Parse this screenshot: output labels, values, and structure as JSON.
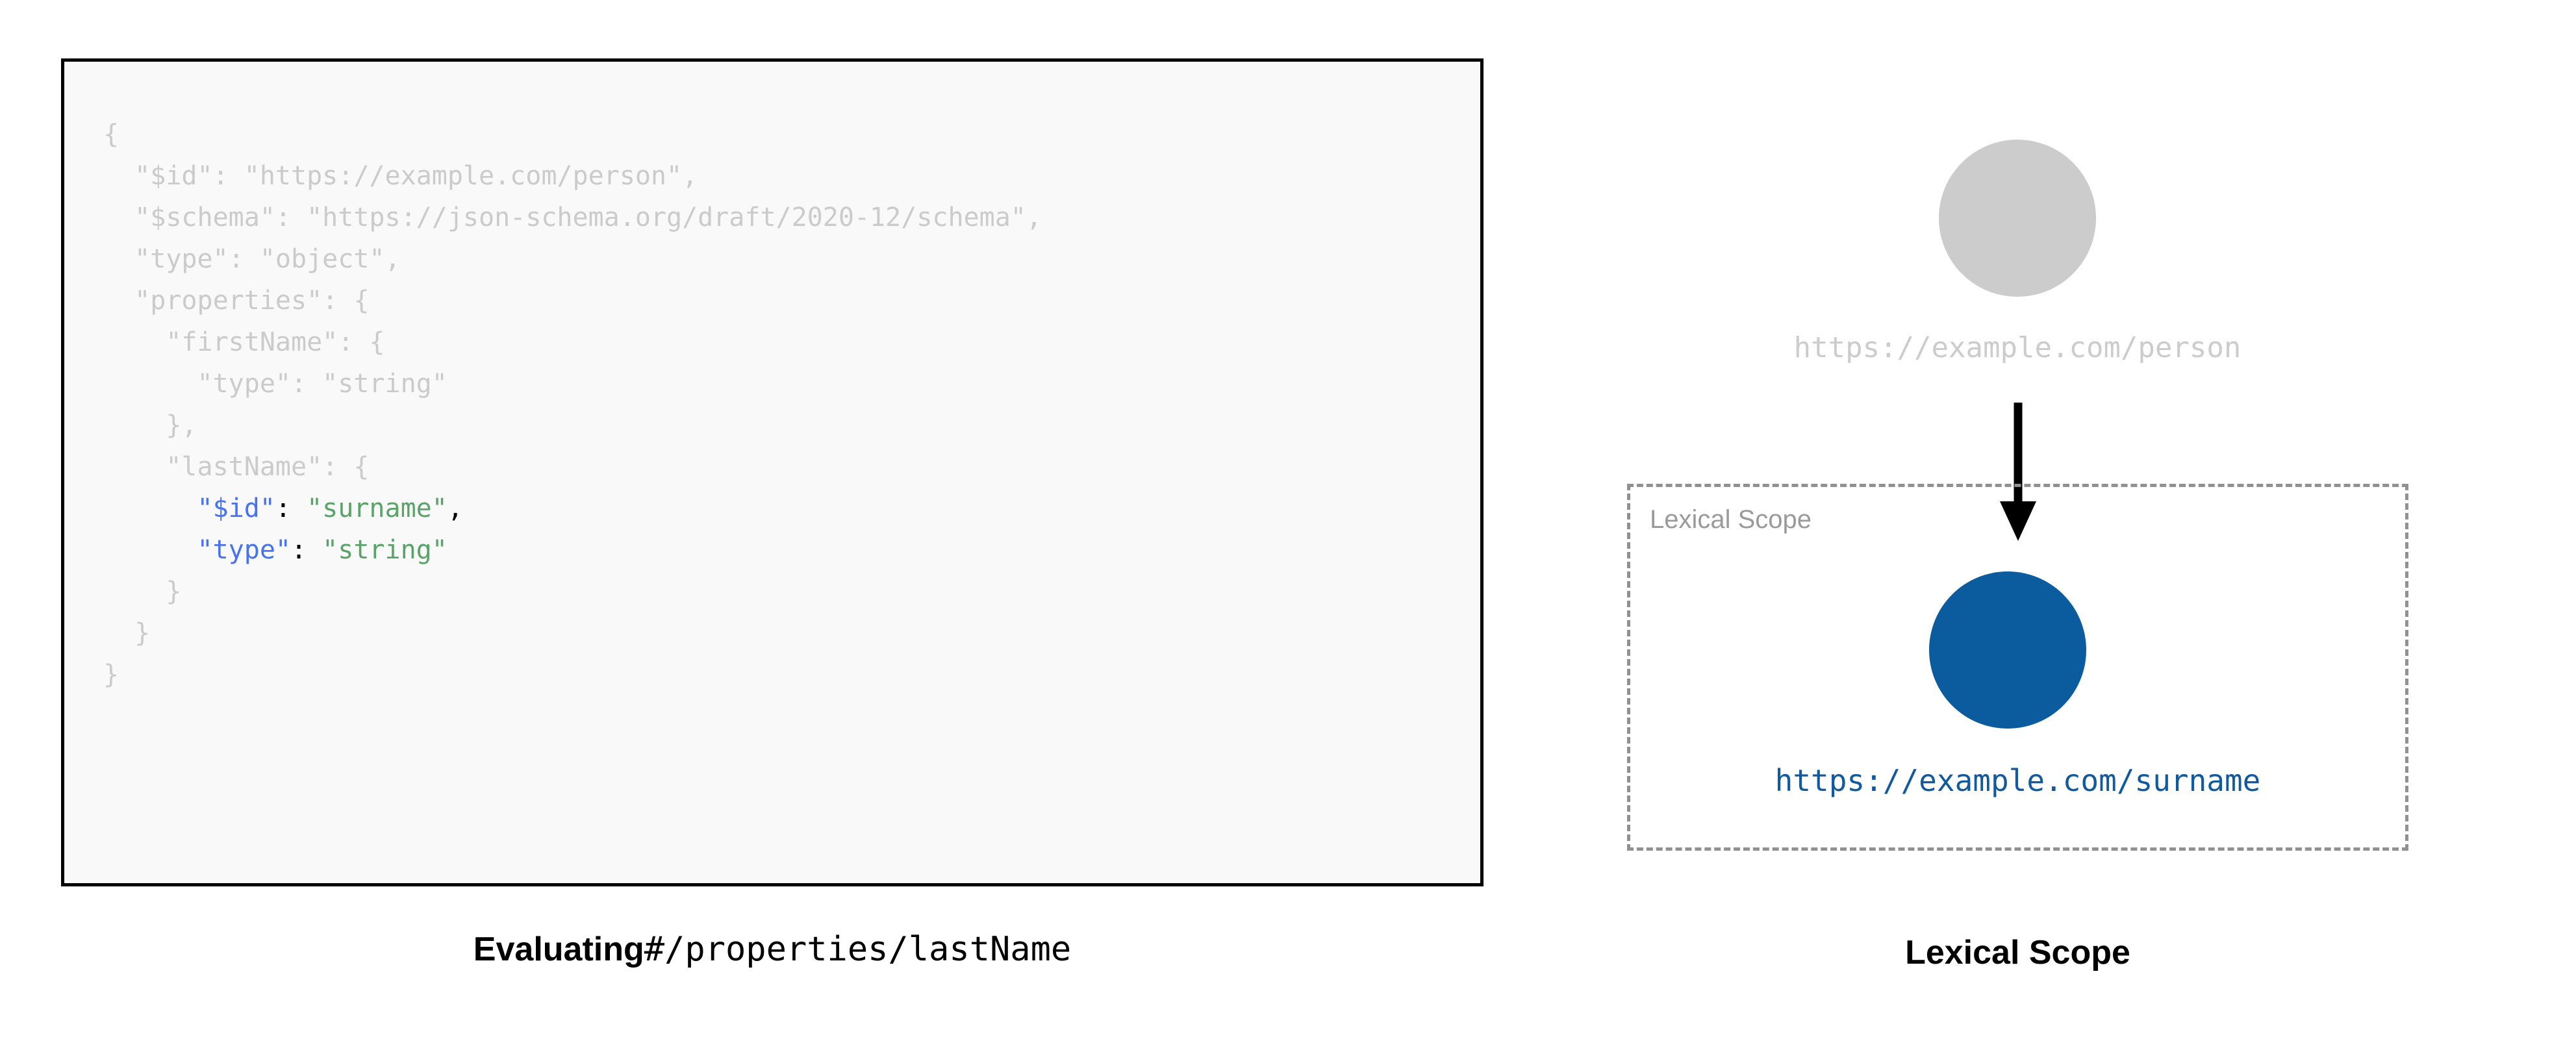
{
  "left": {
    "code": {
      "language": "json",
      "lines": [
        {
          "indent": 0,
          "tokens": [
            {
              "t": "{",
              "c": "dim"
            }
          ]
        },
        {
          "indent": 1,
          "tokens": [
            {
              "t": "\"$id\"",
              "c": "dim"
            },
            {
              "t": ": ",
              "c": "dim"
            },
            {
              "t": "\"https://example.com/person\"",
              "c": "dim"
            },
            {
              "t": ",",
              "c": "dim"
            }
          ]
        },
        {
          "indent": 1,
          "tokens": [
            {
              "t": "\"$schema\"",
              "c": "dim"
            },
            {
              "t": ": ",
              "c": "dim"
            },
            {
              "t": "\"https://json-schema.org/draft/2020-12/schema\"",
              "c": "dim"
            },
            {
              "t": ",",
              "c": "dim"
            }
          ]
        },
        {
          "indent": 1,
          "tokens": [
            {
              "t": "\"type\"",
              "c": "dim"
            },
            {
              "t": ": ",
              "c": "dim"
            },
            {
              "t": "\"object\"",
              "c": "dim"
            },
            {
              "t": ",",
              "c": "dim"
            }
          ]
        },
        {
          "indent": 1,
          "tokens": [
            {
              "t": "\"properties\"",
              "c": "dim"
            },
            {
              "t": ": {",
              "c": "dim"
            }
          ]
        },
        {
          "indent": 2,
          "tokens": [
            {
              "t": "\"firstName\"",
              "c": "dim"
            },
            {
              "t": ": {",
              "c": "dim"
            }
          ]
        },
        {
          "indent": 3,
          "tokens": [
            {
              "t": "\"type\"",
              "c": "dim"
            },
            {
              "t": ": ",
              "c": "dim"
            },
            {
              "t": "\"string\"",
              "c": "dim"
            }
          ]
        },
        {
          "indent": 2,
          "tokens": [
            {
              "t": "},",
              "c": "dim"
            }
          ]
        },
        {
          "indent": 2,
          "tokens": [
            {
              "t": "\"lastName\"",
              "c": "dim"
            },
            {
              "t": ": {",
              "c": "dim"
            }
          ]
        },
        {
          "indent": 3,
          "tokens": [
            {
              "t": "\"$id\"",
              "c": "key"
            },
            {
              "t": ": ",
              "c": "punct"
            },
            {
              "t": "\"surname\"",
              "c": "str"
            },
            {
              "t": ",",
              "c": "punct"
            }
          ]
        },
        {
          "indent": 3,
          "tokens": [
            {
              "t": "\"type\"",
              "c": "key"
            },
            {
              "t": ": ",
              "c": "punct"
            },
            {
              "t": "\"string\"",
              "c": "str"
            }
          ]
        },
        {
          "indent": 2,
          "tokens": [
            {
              "t": "}",
              "c": "dim"
            }
          ]
        },
        {
          "indent": 1,
          "tokens": [
            {
              "t": "}",
              "c": "dim"
            }
          ]
        },
        {
          "indent": 0,
          "tokens": [
            {
              "t": "}",
              "c": "dim"
            }
          ]
        }
      ]
    },
    "caption": {
      "bold_text": "Evaluating",
      "mono_text": "#/properties/lastName"
    }
  },
  "right": {
    "outer_node": {
      "label": "https://example.com/person",
      "color": "#cccccc"
    },
    "arrow": {
      "name": "downward-arrow",
      "color": "#000000"
    },
    "scope_box": {
      "label": "Lexical Scope",
      "border_color": "#919191"
    },
    "inner_node": {
      "label": "https://example.com/surname",
      "color": "#0b5c9e",
      "label_color": "#115a9e"
    },
    "caption": "Lexical Scope"
  }
}
